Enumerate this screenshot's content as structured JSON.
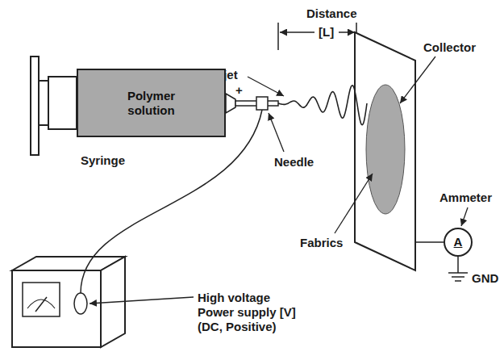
{
  "diagram": {
    "nodes": [
      {
        "text": [
          "Polymer solution"
        ]
      },
      {
        "text": [
          "A"
        ]
      }
    ],
    "labels": [
      "Distance",
      "[L]",
      "Collector",
      "Liquid jet",
      "+",
      "Syringe",
      "Needle",
      "Fabrics",
      "Ammeter",
      "GND",
      "High voltage Power supply [V] (DC, Positive)"
    ]
  }
}
